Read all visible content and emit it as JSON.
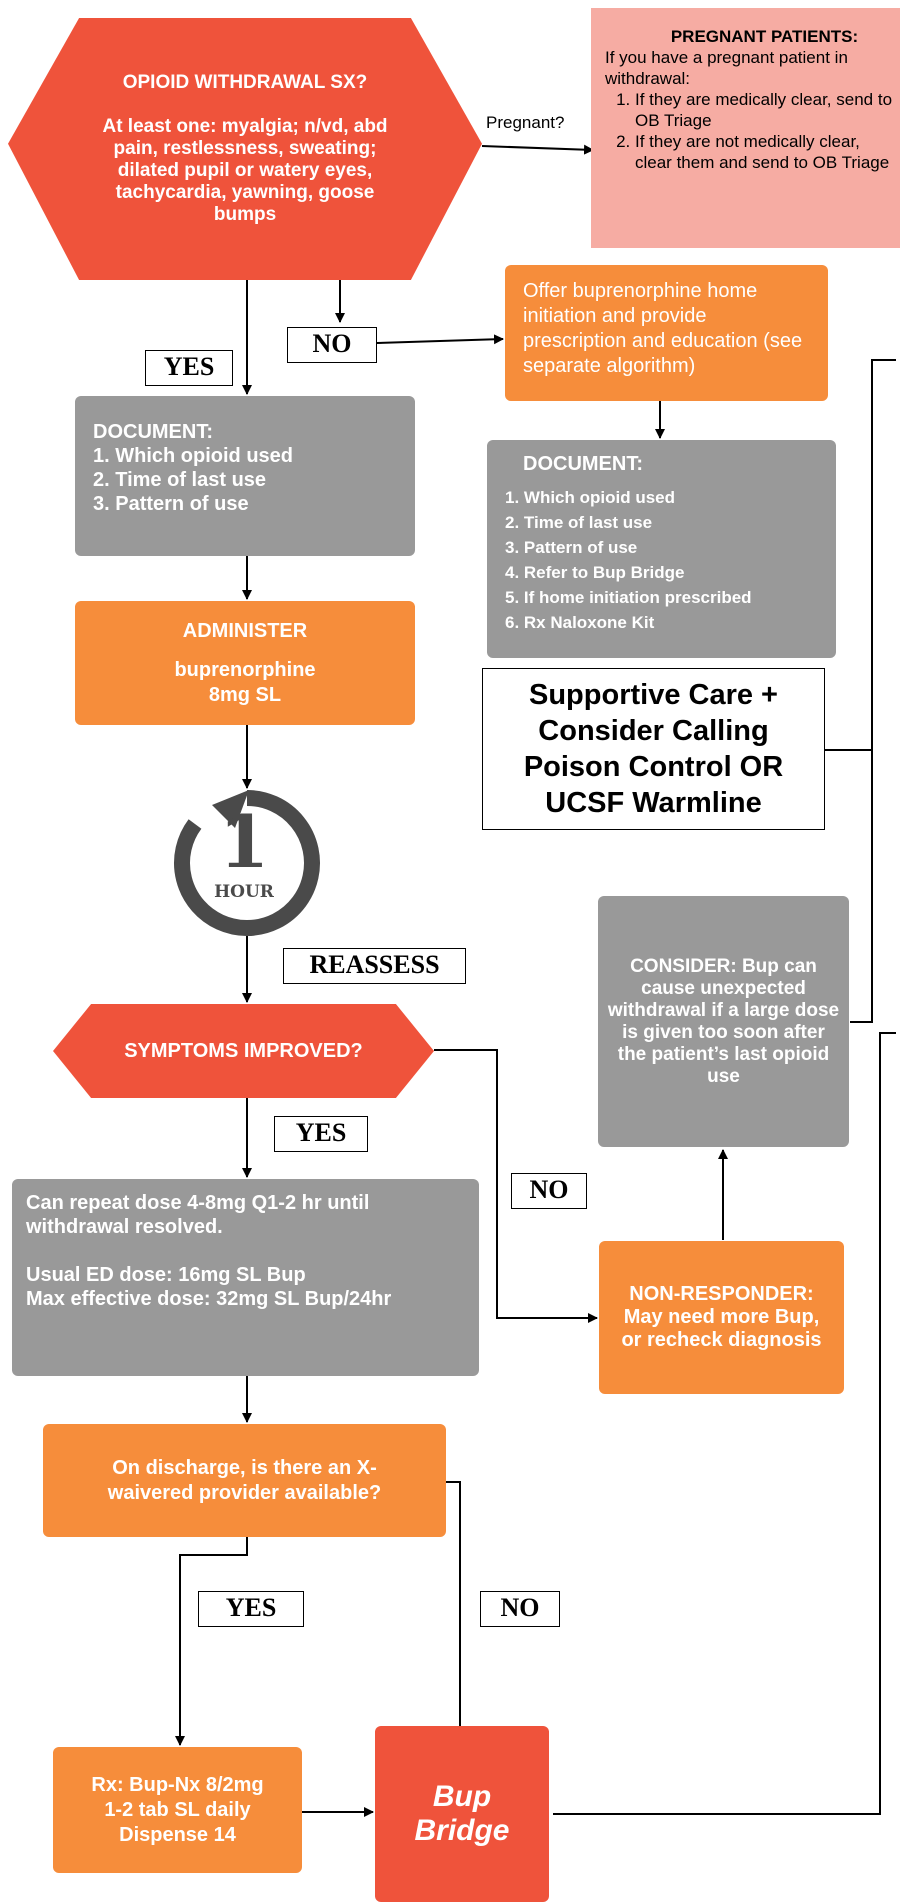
{
  "pregnant": {
    "title": "PREGNANT PATIENTS:",
    "intro": "If you have a pregnant patient in withdrawal:",
    "items": [
      "If they are medically clear, send to OB Triage",
      "If they are not medically clear, clear them and send to OB Triage"
    ]
  },
  "withdrawal": {
    "question": "OPIOID WITHDRAWAL SX?",
    "criteria": "At least one: myalgia; n/vd, abd pain, restlessness, sweating; dilated pupil or watery eyes,  tachycardia, yawning, goose bumps"
  },
  "pregnant_edge": "Pregnant?",
  "labels": {
    "yes_1": "YES",
    "no_1": "NO",
    "reassess": "REASSESS",
    "yes_2": "YES",
    "no_2": "NO",
    "yes_3": "YES",
    "no_3": "NO"
  },
  "home_initiation": "Offer buprenorphine home initiation and provide prescription and education (see separate algorithm)",
  "document_left": {
    "title": "DOCUMENT:",
    "items": [
      "1. Which opioid used",
      "2. Time of last use",
      "3. Pattern of use"
    ]
  },
  "document_right": {
    "title": "DOCUMENT:",
    "items": [
      "1. Which opioid used",
      "2. Time of last use",
      "3. Pattern of use",
      "4. Refer to Bup Bridge",
      "5. If home initiation prescribed",
      "6. Rx Naloxone Kit"
    ]
  },
  "administer": {
    "title": "ADMINISTER",
    "drug": "buprenorphine",
    "dose": "8mg SL"
  },
  "supportive": "Supportive Care + Consider Calling Poison Control OR UCSF Warmline",
  "timer": {
    "number": "1",
    "unit": "HOUR"
  },
  "consider": "CONSIDER: Bup can cause unexpected withdrawal if a large dose is given too soon after the patient’s last opioid use",
  "symptoms": "SYMPTOMS IMPROVED?",
  "repeat": {
    "line1": "Can repeat dose 4-8mg Q1-2 hr until withdrawal resolved.",
    "line2": "Usual ED dose: 16mg SL Bup",
    "line3": "Max effective dose: 32mg SL Bup/24hr"
  },
  "nonresponder": {
    "title": "NON-RESPONDER:",
    "body": "May need more Bup, or recheck diagnosis"
  },
  "discharge": "On discharge, is there an X-waivered provider available?",
  "rx": {
    "line1": "Rx: Bup-Nx 8/2mg",
    "line2": "1-2 tab SL daily",
    "line3": "Dispense 14"
  },
  "bridge": {
    "line1": "Bup",
    "line2": "Bridge"
  },
  "colors": {
    "red": "#ef533b",
    "orange": "#f68d3b",
    "gray": "#999999",
    "pink": "#f6aca3"
  }
}
